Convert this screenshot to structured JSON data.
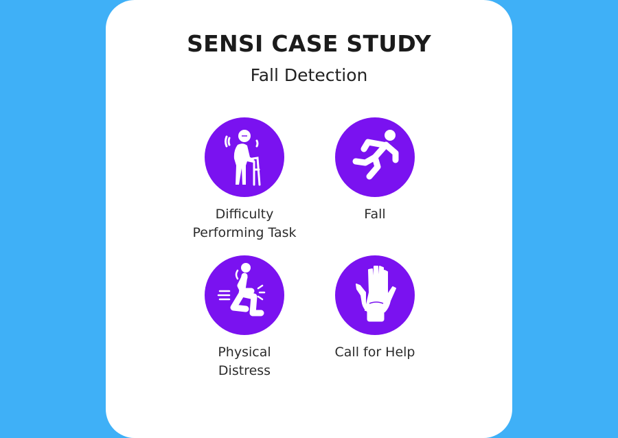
{
  "header": {
    "title": "SENSI CASE STUDY",
    "subtitle": "Fall Detection"
  },
  "theme": {
    "background": "#3fb0f7",
    "card": "#ffffff",
    "icon_circle": "#7a12f0",
    "icon_fg": "#ffffff"
  },
  "items": [
    {
      "icon": "elderly-walker-icon",
      "label_lines": [
        "Difficulty",
        "Performing Task"
      ]
    },
    {
      "icon": "falling-person-icon",
      "label_lines": [
        "Fall"
      ]
    },
    {
      "icon": "knee-pain-icon",
      "label_lines": [
        "Physical",
        "Distress"
      ]
    },
    {
      "icon": "raised-hand-icon",
      "label_lines": [
        "Call for Help"
      ]
    }
  ]
}
